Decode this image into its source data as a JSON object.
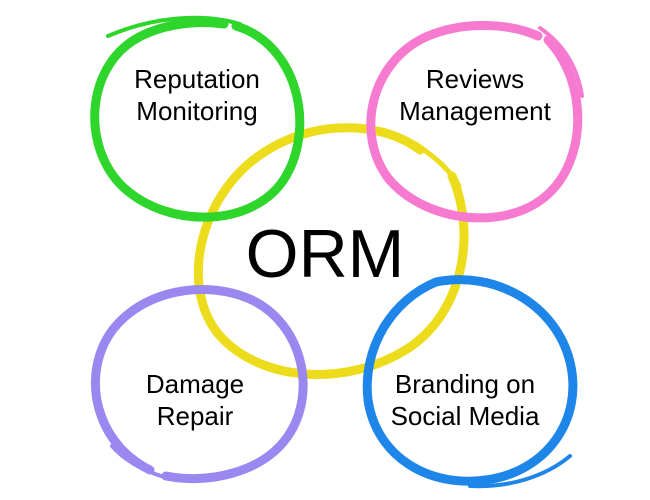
{
  "diagram": {
    "center": {
      "label": "ORM",
      "color": "#ecdc1c"
    },
    "nodes": [
      {
        "id": "reputation-monitoring",
        "lines": [
          "Reputation",
          "Monitoring"
        ],
        "color": "#2ed52a"
      },
      {
        "id": "reviews-management",
        "lines": [
          "Reviews",
          "Management"
        ],
        "color": "#f67bd0"
      },
      {
        "id": "damage-repair",
        "lines": [
          "Damage",
          "Repair"
        ],
        "color": "#9b87f0"
      },
      {
        "id": "branding-social-media",
        "lines": [
          "Branding on",
          "Social Media"
        ],
        "color": "#1f86e9"
      }
    ]
  }
}
